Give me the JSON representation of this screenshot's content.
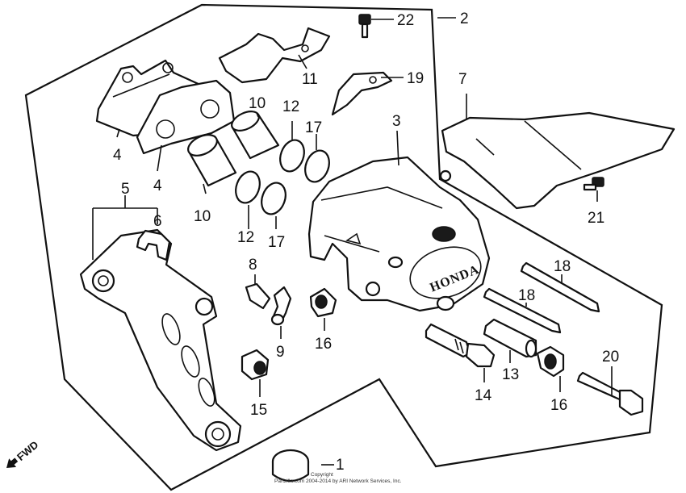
{
  "labels": {
    "p1": "1",
    "p2": "2",
    "p3": "3",
    "p4a": "4",
    "p4b": "4",
    "p5": "5",
    "p6": "6",
    "p7": "7",
    "p8": "8",
    "p9": "9",
    "p10a": "10",
    "p10b": "10",
    "p11": "11",
    "p12a": "12",
    "p12b": "12",
    "p13": "13",
    "p14": "14",
    "p15": "15",
    "p16a": "16",
    "p16b": "16",
    "p17a": "17",
    "p17b": "17",
    "p18a": "18",
    "p18b": "18",
    "p19": "19",
    "p20": "20",
    "p21": "21",
    "p22": "22"
  },
  "fwd_label": "FWD",
  "logo_text": "HONDA",
  "copyright_line1": "Copyright",
  "copyright_line2": "Partzilla.com 2004-2014 by ARI Network Services, Inc.",
  "icons": {
    "direction": "arrow-down-left-icon"
  }
}
